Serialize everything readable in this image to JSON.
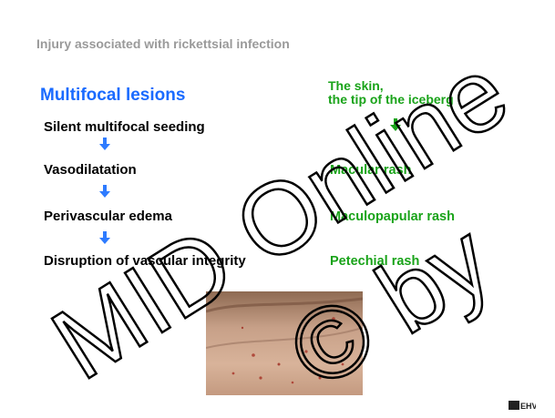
{
  "slide": {
    "title": "Injury associated with rickettsial infection",
    "left_heading": "Multifocal lesions",
    "steps": [
      "Silent multifocal seeding",
      "Vasodilatation",
      "Perivascular edema",
      "Disruption of vascular integrity"
    ],
    "right_heading_line1": "The skin,",
    "right_heading_line2": "the tip of the iceberg",
    "rash_stages": [
      "Macular rash",
      "Maculopapular rash",
      "Petechial rash"
    ]
  },
  "watermark": {
    "line1": "MID Online",
    "line2": "© by"
  },
  "logo_text": "EHV",
  "colors": {
    "title_gray": "#9a9a9a",
    "heading_blue": "#1a6bff",
    "arrow_blue": "#2e7bff",
    "rash_green": "#19a319"
  }
}
